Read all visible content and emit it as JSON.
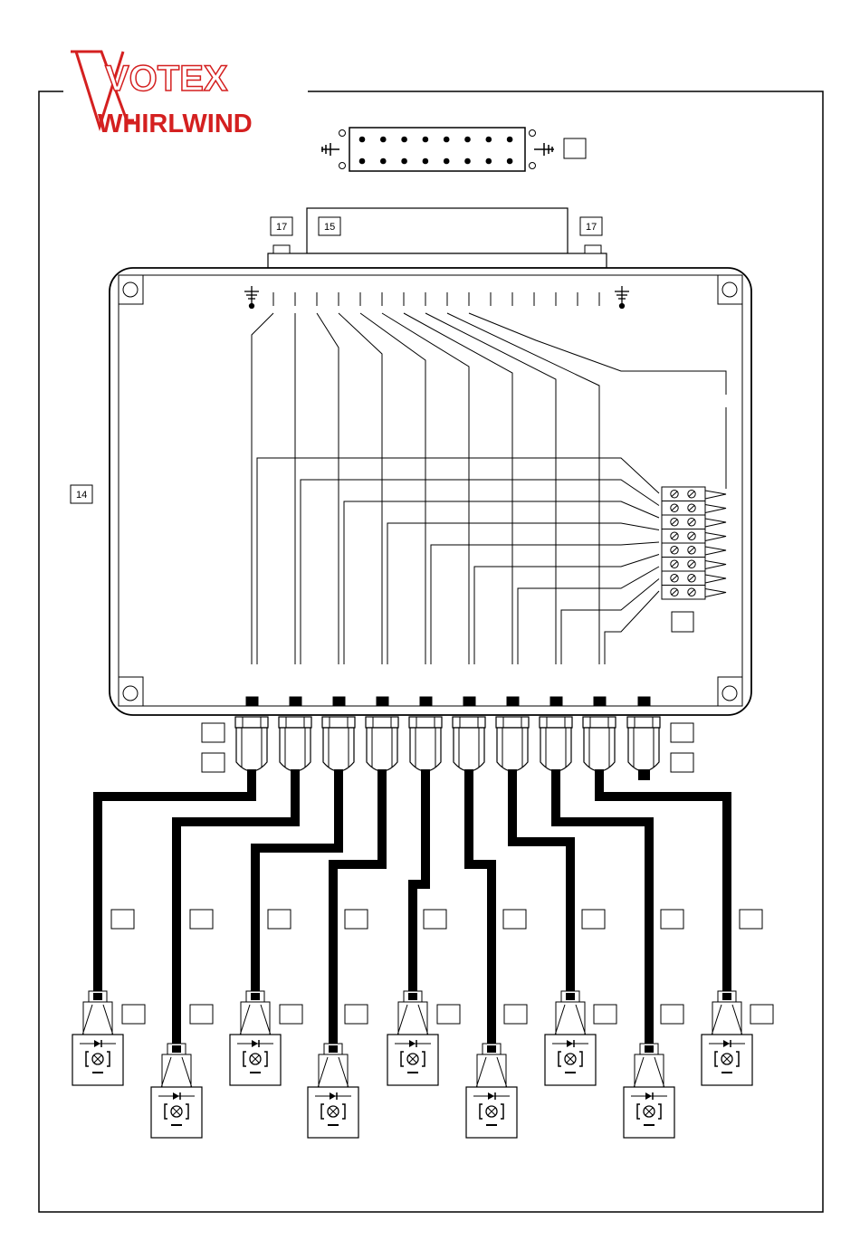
{
  "brand": {
    "name_line1": "VOTEX",
    "name_line2": "WHIRLWIND",
    "color": "#d42020"
  },
  "callouts": {
    "frame_label": "14",
    "connector_label": "15",
    "screw_label_left": "17",
    "screw_label_right": "17"
  },
  "diagram": {
    "header_pins_per_row": 8,
    "header_rows": 2,
    "terminal_strip_positions": 8,
    "cable_glands": 10,
    "lamp_sockets": 9,
    "icons": [
      "ground-icon",
      "diode-icon",
      "lamp-icon",
      "screw-terminal-icon",
      "cable-gland-icon"
    ]
  }
}
